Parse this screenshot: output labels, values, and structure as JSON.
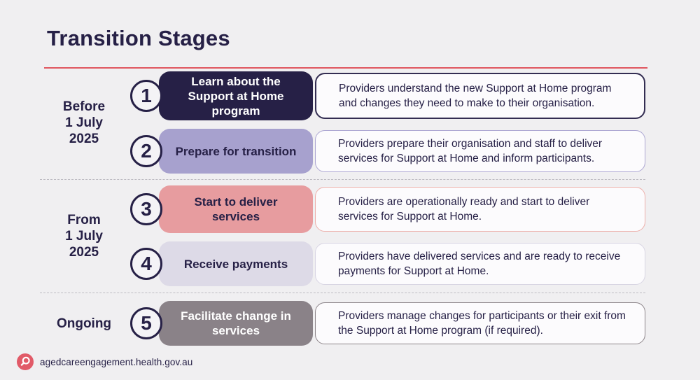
{
  "title": "Transition Stages",
  "groups": [
    {
      "label": "Before\n1 July\n2025"
    },
    {
      "label": "From\n1 July\n2025"
    },
    {
      "label": "Ongoing"
    }
  ],
  "stages": [
    {
      "number": "1",
      "name": "Learn about the Support at Home program",
      "description": "Providers understand the new Support at Home program and changes they need to make to their organisation.",
      "colors": {
        "pill_bg": "#262046",
        "pill_fg": "#FFFFFF",
        "box_border": "#332D52"
      }
    },
    {
      "number": "2",
      "name": "Prepare for transition",
      "description": "Providers prepare their organisation and staff to deliver services for Support at Home and inform participants.",
      "colors": {
        "pill_bg": "#A7A1CE",
        "pill_fg": "#262046",
        "box_border": "#ACA6D2"
      }
    },
    {
      "number": "3",
      "name": "Start to deliver services",
      "description": "Providers are operationally ready and start to deliver services for Support at Home.",
      "colors": {
        "pill_bg": "#E79C9F",
        "pill_fg": "#262046",
        "box_border": "#EDAFAA"
      }
    },
    {
      "number": "4",
      "name": "Receive payments",
      "description": "Providers have delivered services and are ready to receive payments for Support at Home.",
      "colors": {
        "pill_bg": "#DDDAE7",
        "pill_fg": "#262046",
        "box_border": "#D8D5E3"
      }
    },
    {
      "number": "5",
      "name": "Facilitate change in services",
      "description": "Providers manage changes for participants or their exit from the Support at Home program (if required).",
      "colors": {
        "pill_bg": "#8A8288",
        "pill_fg": "#FFFFFF",
        "box_border": "#8C8489"
      }
    }
  ],
  "footer": {
    "url": "agedcareengagement.health.gov.au"
  },
  "theme": {
    "background": "#F0EFF1",
    "ink": "#262046",
    "accent_line": "#E0565F",
    "footer_badge": "#E15A68",
    "box_bg": "#FCFBFD"
  }
}
